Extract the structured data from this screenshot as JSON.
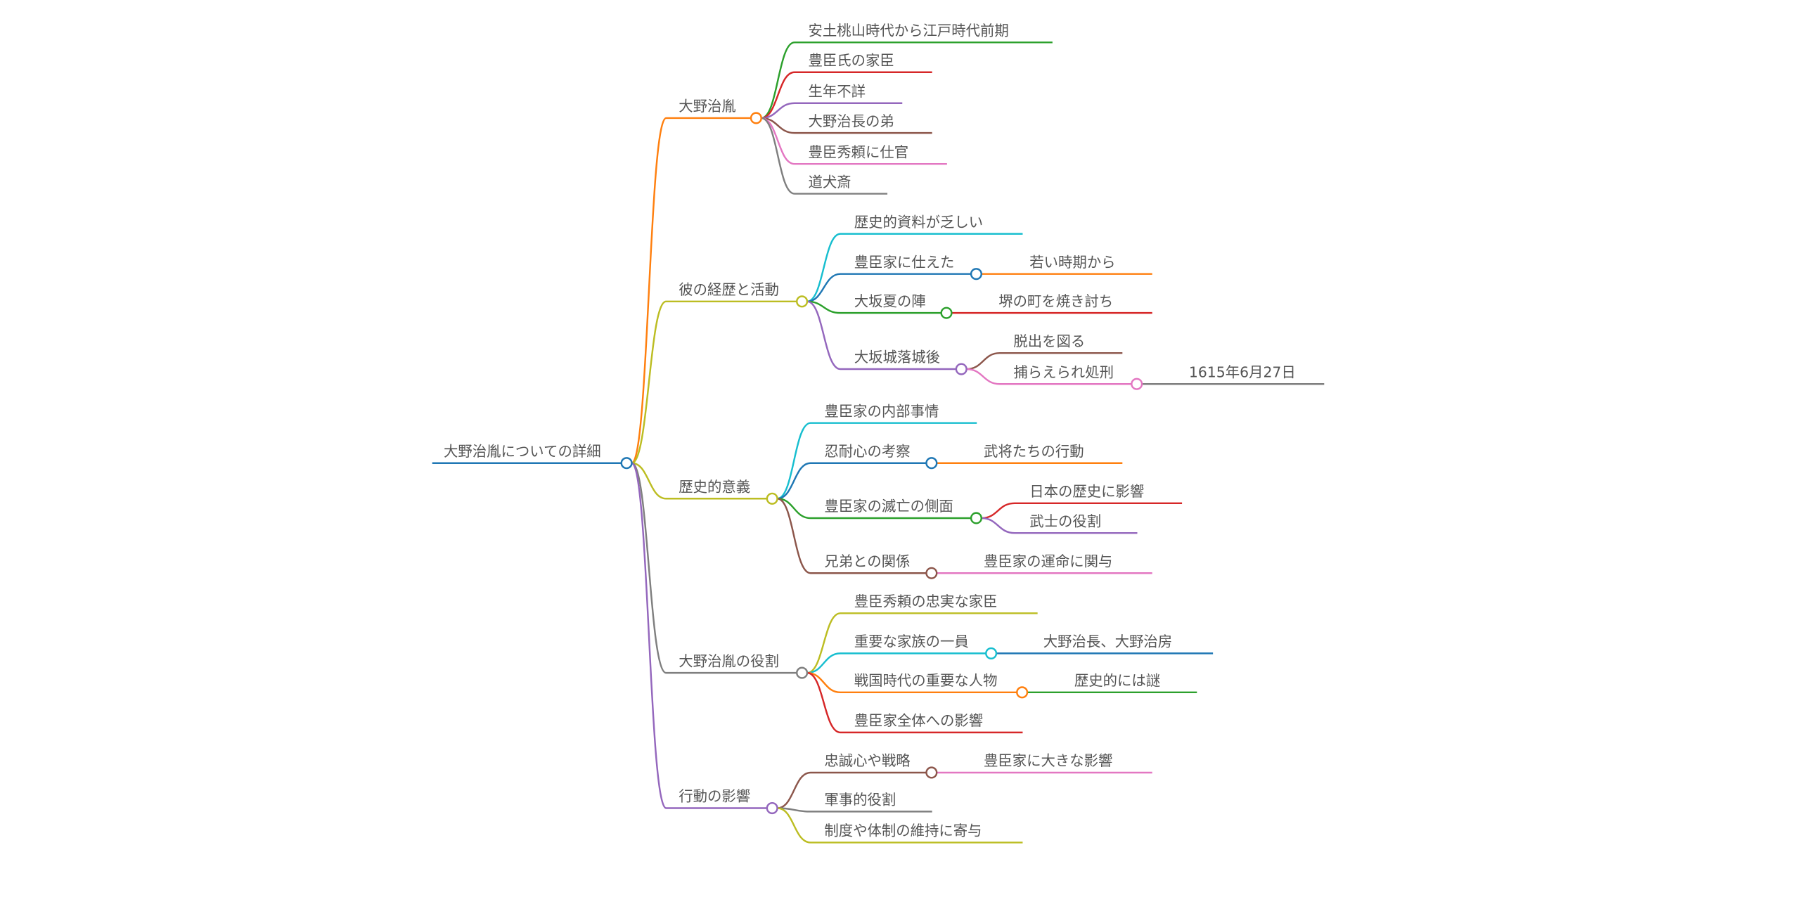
{
  "mindmap": {
    "label": "大野治胤についての詳細",
    "color": "#1f77b4",
    "children": [
      {
        "label": "大野治胤",
        "color": "#ff7f0e",
        "children": [
          {
            "label": "安土桃山時代から江戸時代前期",
            "color": "#2ca02c"
          },
          {
            "label": "豊臣氏の家臣",
            "color": "#d62728"
          },
          {
            "label": "生年不詳",
            "color": "#9467bd"
          },
          {
            "label": "大野治長の弟",
            "color": "#8c564b"
          },
          {
            "label": "豊臣秀頼に仕官",
            "color": "#e377c2"
          },
          {
            "label": "道犬斎",
            "color": "#7f7f7f"
          }
        ]
      },
      {
        "label": "彼の経歴と活動",
        "color": "#bcbd22",
        "children": [
          {
            "label": "歴史的資料が乏しい",
            "color": "#17becf"
          },
          {
            "label": "豊臣家に仕えた",
            "color": "#1f77b4",
            "children": [
              {
                "label": "若い時期から",
                "color": "#ff7f0e"
              }
            ]
          },
          {
            "label": "大坂夏の陣",
            "color": "#2ca02c",
            "children": [
              {
                "label": "堺の町を焼き討ち",
                "color": "#d62728"
              }
            ]
          },
          {
            "label": "大坂城落城後",
            "color": "#9467bd",
            "children": [
              {
                "label": "脱出を図る",
                "color": "#8c564b"
              },
              {
                "label": "捕らえられ処刑",
                "color": "#e377c2",
                "children": [
                  {
                    "label": "1615年6月27日",
                    "color": "#7f7f7f"
                  }
                ]
              }
            ]
          }
        ]
      },
      {
        "label": "歴史的意義",
        "color": "#bcbd22",
        "children": [
          {
            "label": "豊臣家の内部事情",
            "color": "#17becf"
          },
          {
            "label": "忍耐心の考察",
            "color": "#1f77b4",
            "children": [
              {
                "label": "武将たちの行動",
                "color": "#ff7f0e"
              }
            ]
          },
          {
            "label": "豊臣家の滅亡の側面",
            "color": "#2ca02c",
            "children": [
              {
                "label": "日本の歴史に影響",
                "color": "#d62728"
              },
              {
                "label": "武士の役割",
                "color": "#9467bd"
              }
            ]
          },
          {
            "label": "兄弟との関係",
            "color": "#8c564b",
            "children": [
              {
                "label": "豊臣家の運命に関与",
                "color": "#e377c2"
              }
            ]
          }
        ]
      },
      {
        "label": "大野治胤の役割",
        "color": "#7f7f7f",
        "children": [
          {
            "label": "豊臣秀頼の忠実な家臣",
            "color": "#bcbd22"
          },
          {
            "label": "重要な家族の一員",
            "color": "#17becf",
            "children": [
              {
                "label": "大野治長、大野治房",
                "color": "#1f77b4"
              }
            ]
          },
          {
            "label": "戦国時代の重要な人物",
            "color": "#ff7f0e",
            "children": [
              {
                "label": "歴史的には謎",
                "color": "#2ca02c"
              }
            ]
          },
          {
            "label": "豊臣家全体への影響",
            "color": "#d62728"
          }
        ]
      },
      {
        "label": "行動の影響",
        "color": "#9467bd",
        "children": [
          {
            "label": "忠誠心や戦略",
            "color": "#8c564b",
            "children": [
              {
                "label": "豊臣家に大きな影響",
                "color": "#e377c2"
              }
            ]
          },
          {
            "label": "軍事的役割",
            "color": "#7f7f7f"
          },
          {
            "label": "制度や体制の維持に寄与",
            "color": "#bcbd22"
          }
        ]
      }
    ]
  }
}
